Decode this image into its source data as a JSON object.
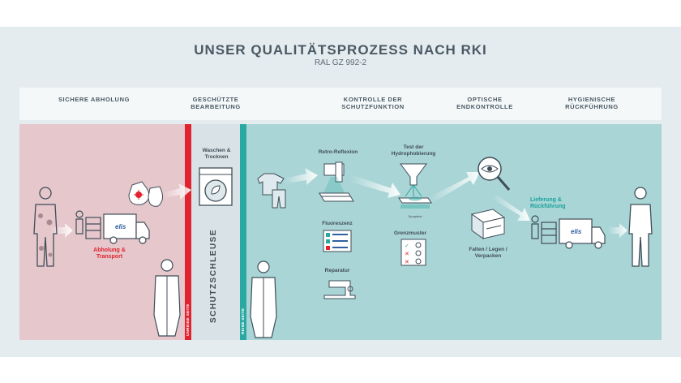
{
  "title": "UNSER QUALITÄTSPROZESS NACH RKI",
  "subtitle": "RAL GZ 992-2",
  "headers": [
    "SICHERE ABHOLUNG",
    "GESCHÜTZTE BEARBEITUNG",
    "KONTROLLE DER SCHUTZFUNKTION",
    "OPTISCHE ENDKONTROLLE",
    "HYGIENISCHE RÜCKFÜHRUNG"
  ],
  "zones": {
    "unclean_label": "UNREINE SEITE",
    "clean_label": "REINE SEITE",
    "lock_label": "SCHUTZSCHLEUSE"
  },
  "steps": {
    "pickup": "Abholung & Transport",
    "wash": "Waschen & Trocknen",
    "retro": "Retro-Reflexion",
    "fluor": "Fluoreszenz",
    "repair": "Reparatur",
    "hydro": "Test der Hydrophobierung",
    "hydro_plate": "Spraytest",
    "grenz": "Grenzmuster",
    "fold": "Falten / Legen / Verpacken",
    "return": "Lieferung & Rückführung",
    "truck_logo": "elis"
  },
  "colors": {
    "unclean": "#e6c7cc",
    "clean": "#aad5d6",
    "red": "#e0232e",
    "teal": "#2aa9a3",
    "ink": "#4a5963"
  }
}
